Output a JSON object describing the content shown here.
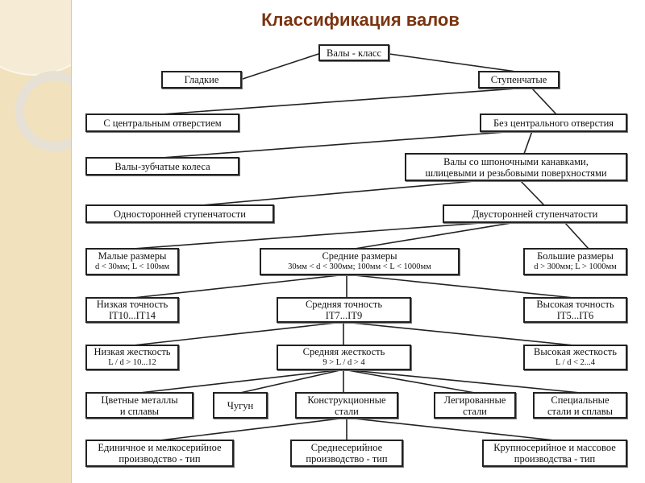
{
  "title": "Классификация валов",
  "nodes": {
    "root": {
      "label": "Валы - класс"
    },
    "smooth": {
      "label": "Гладкие"
    },
    "stepped": {
      "label": "Ступенчатые"
    },
    "with_hole": {
      "label": "С центральным отверстием"
    },
    "no_hole": {
      "label": "Без центрального отверстия"
    },
    "gear_shafts": {
      "label": "Валы-зубчатые колеса"
    },
    "keyed": {
      "label": "Валы со шпоночными канавками,",
      "sub": "шлицевыми и резьбовыми поверхностями"
    },
    "one_side": {
      "label": "Односторонней ступенчатости"
    },
    "two_side": {
      "label": "Двусторонней ступенчатости"
    },
    "small": {
      "label": "Малые размеры",
      "sub": "d < 30мм; L < 100мм"
    },
    "medium": {
      "label": "Средние размеры",
      "sub": "30мм < d < 300мм; 100мм < L < 1000мм"
    },
    "large": {
      "label": "Большие размеры",
      "sub": "d > 300мм; L > 1000мм"
    },
    "low_acc": {
      "label": "Низкая точность",
      "sub": "IT10...IT14"
    },
    "mid_acc": {
      "label": "Средняя точность",
      "sub": "IT7...IT9"
    },
    "high_acc": {
      "label": "Высокая точность",
      "sub": "IT5...IT6"
    },
    "low_rig": {
      "label": "Низкая жесткость",
      "sub": "L / d > 10...12"
    },
    "mid_rig": {
      "label": "Средняя жесткость",
      "sub": "9 > L / d > 4"
    },
    "high_rig": {
      "label": "Высокая жесткость",
      "sub": "L / d < 2...4"
    },
    "nonferrous": {
      "label": "Цветные металлы",
      "sub": "и сплавы"
    },
    "cast_iron": {
      "label": "Чугун"
    },
    "structural": {
      "label": "Конструкционные",
      "sub": "стали"
    },
    "alloy": {
      "label": "Легированные",
      "sub": "стали"
    },
    "special": {
      "label": "Специальные",
      "sub": "стали и сплавы"
    },
    "single": {
      "label": "Единичное и мелкосерийное",
      "sub": "производство - тип"
    },
    "mid_series": {
      "label": "Среднесерийное",
      "sub": "производство - тип"
    },
    "mass": {
      "label": "Крупносерийное и массовое",
      "sub": "производства - тип"
    }
  },
  "colors": {
    "title": "#7a3410",
    "strip": "#f1e2bd"
  }
}
